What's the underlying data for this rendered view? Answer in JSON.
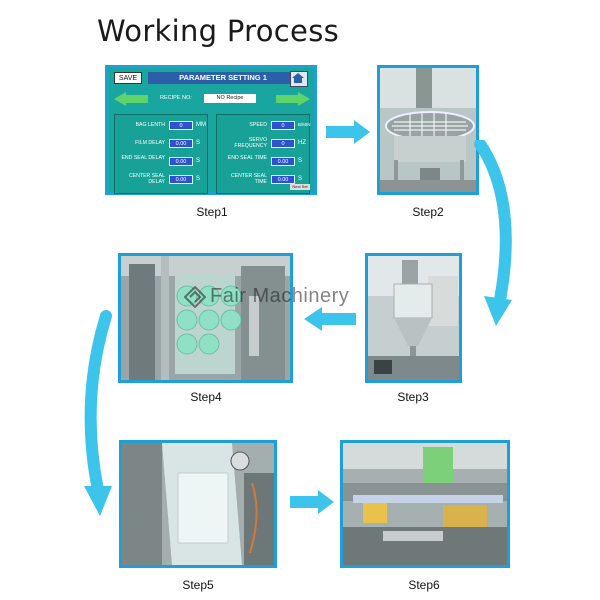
{
  "title": "Working Process",
  "watermark": "Fair Machinery",
  "steps": [
    {
      "label": "Step1"
    },
    {
      "label": "Step2"
    },
    {
      "label": "Step3"
    },
    {
      "label": "Step4"
    },
    {
      "label": "Step5"
    },
    {
      "label": "Step6"
    }
  ],
  "panel": {
    "save": "SAVE",
    "header": "PARAMETER SETTING 1",
    "recipe_label": "RECIPE NO:",
    "recipe_value": "NO Recipe",
    "left": [
      {
        "label": "BAG LENTH",
        "value": "0",
        "unit": "MM"
      },
      {
        "label": "FILM DELAY",
        "value": "0.00",
        "unit": "S"
      },
      {
        "label": "END SEAL DELAY",
        "value": "0.00",
        "unit": "S"
      },
      {
        "label": "CENTER SEAL DELAY",
        "value": "0.00",
        "unit": "S"
      }
    ],
    "right": [
      {
        "label": "SPEED",
        "value": "0",
        "unit": "B/MIN"
      },
      {
        "label": "SERVO FREQUENCY",
        "value": "0",
        "unit": "HZ"
      },
      {
        "label": "END SEAL TIME",
        "value": "0.00",
        "unit": "S"
      },
      {
        "label": "CENTER SEAL TIME",
        "value": "0.00",
        "unit": "S"
      }
    ],
    "next": "Next Set"
  },
  "colors": {
    "frame": "#1f9fd8",
    "arrow": "#3cc4ea",
    "panel": "#1aa6a0"
  }
}
